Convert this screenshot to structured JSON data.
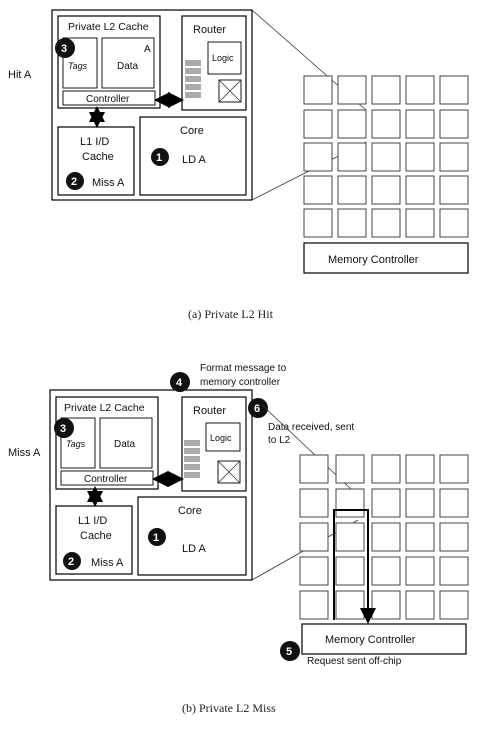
{
  "hit": {
    "side_label": "Hit A",
    "l2_title": "Private L2 Cache",
    "tags": "Tags",
    "data": "Data",
    "data_marker": "A",
    "controller": "Controller",
    "router": "Router",
    "logic": "Logic",
    "l1_line1": "L1 I/D",
    "l1_line2": "Cache",
    "miss_text": "Miss A",
    "core": "Core",
    "ld": "LD A",
    "memory_controller": "Memory Controller",
    "badges": {
      "core": "1",
      "l1": "2",
      "l2": "3"
    },
    "caption": "(a) Private L2 Hit"
  },
  "miss": {
    "side_label": "Miss A",
    "l2_title": "Private L2 Cache",
    "tags": "Tags",
    "data": "Data",
    "controller": "Controller",
    "router": "Router",
    "logic": "Logic",
    "l1_line1": "L1 I/D",
    "l1_line2": "Cache",
    "miss_text": "Miss A",
    "core": "Core",
    "ld": "LD A",
    "memory_controller": "Memory Controller",
    "annotation4_line1": "Format message to",
    "annotation4_line2": "memory controller",
    "annotation6_line1": "Data received, sent",
    "annotation6_line2": "to L2",
    "annotation5": "Request sent off-chip",
    "badges": {
      "core": "1",
      "l1": "2",
      "l2": "3",
      "format": "4",
      "offchip": "5",
      "received": "6"
    },
    "caption": "(b) Private L2 Miss"
  }
}
